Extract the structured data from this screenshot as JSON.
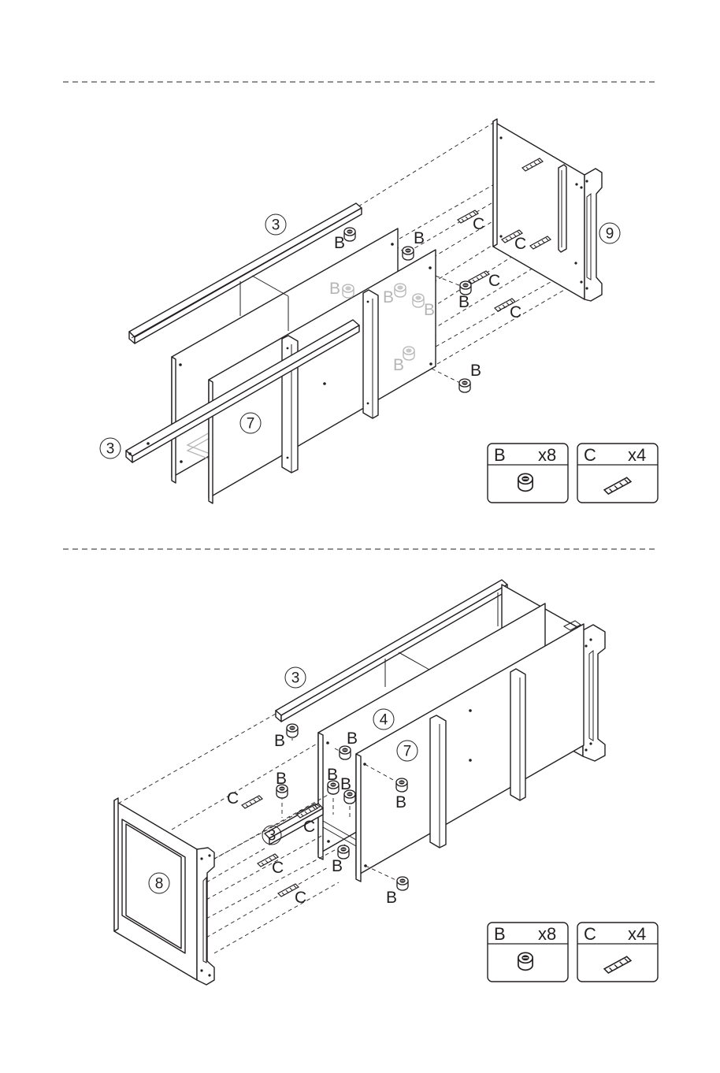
{
  "step1": {
    "parts": {
      "rail_top": "3",
      "rail_bottom": "3",
      "panel_front": "7",
      "side_panel": "9"
    },
    "hardware_labels": {
      "cam": "B",
      "dowel": "C"
    },
    "legend": {
      "cam": {
        "letter": "B",
        "qty": "x8",
        "icon": "cam-lock-icon"
      },
      "dowel": {
        "letter": "C",
        "qty": "x4",
        "icon": "dowel-icon"
      }
    }
  },
  "step2": {
    "parts": {
      "rail_top": "3",
      "rail_mid": "3",
      "shelf_back": "4",
      "panel_front": "7",
      "side_door": "8"
    },
    "hardware_labels": {
      "cam": "B",
      "dowel": "C"
    },
    "legend": {
      "cam": {
        "letter": "B",
        "qty": "x8",
        "icon": "cam-lock-icon"
      },
      "dowel": {
        "letter": "C",
        "qty": "x4",
        "icon": "dowel-icon"
      }
    }
  },
  "colors": {
    "ink": "#231f20",
    "ghost": "#b5b5b5",
    "paper": "#ffffff"
  }
}
